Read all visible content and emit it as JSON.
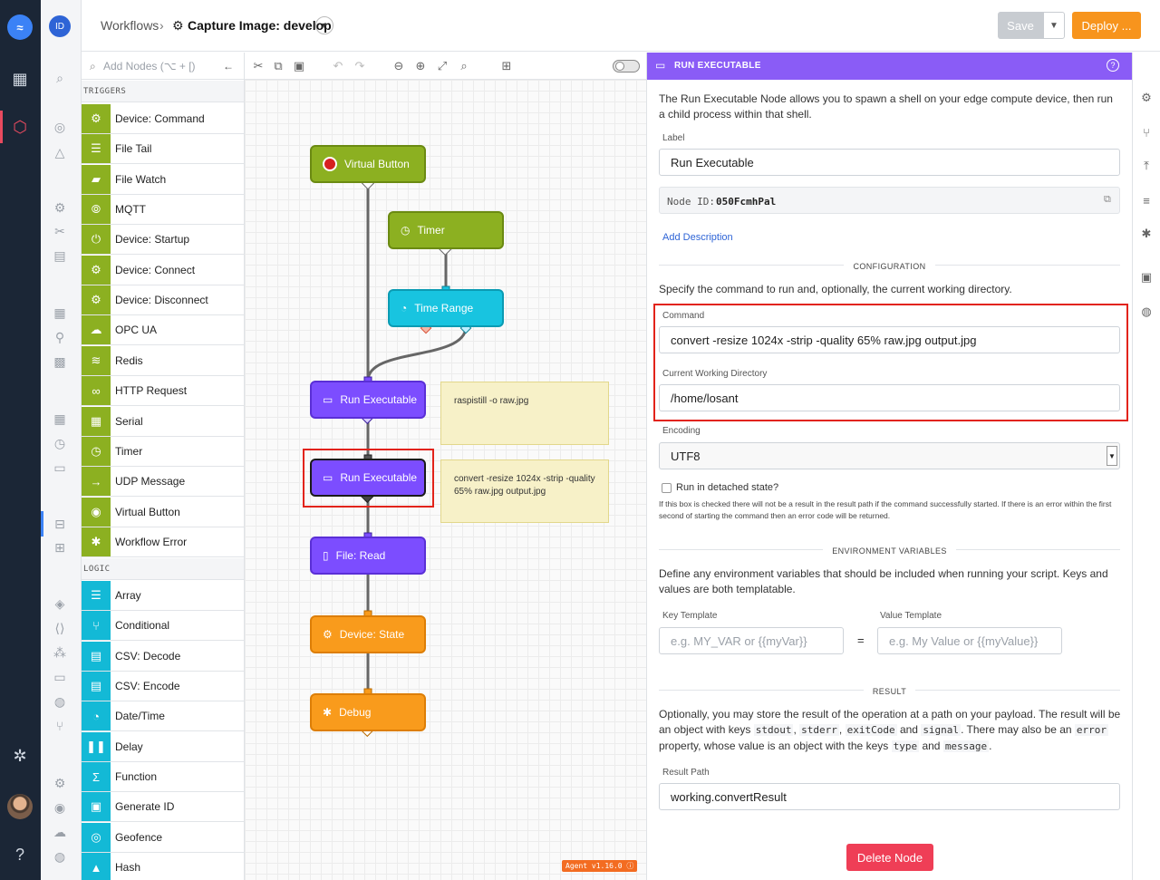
{
  "header": {
    "breadcrumb_root": "Workflows",
    "breadcrumb_sep": "›",
    "workflow_name": "Capture Image: develop",
    "save_label": "Save",
    "deploy_label": "Deploy ..."
  },
  "user": {
    "initials": "ID"
  },
  "palette": {
    "search_placeholder": "Add Nodes (⌥ + [)",
    "triggers_title": "TRIGGERS",
    "triggers": [
      {
        "label": "Device: Command",
        "icon": "device-icon"
      },
      {
        "label": "File Tail",
        "icon": "lines-icon"
      },
      {
        "label": "File Watch",
        "icon": "folder-plus-icon"
      },
      {
        "label": "MQTT",
        "icon": "rss-icon"
      },
      {
        "label": "Device: Startup",
        "icon": "power-icon"
      },
      {
        "label": "Device: Connect",
        "icon": "device-icon"
      },
      {
        "label": "Device: Disconnect",
        "icon": "device-icon"
      },
      {
        "label": "OPC UA",
        "icon": "cloud-upload-icon"
      },
      {
        "label": "Redis",
        "icon": "layers-icon"
      },
      {
        "label": "HTTP Request",
        "icon": "link-icon"
      },
      {
        "label": "Serial",
        "icon": "grid-icon"
      },
      {
        "label": "Timer",
        "icon": "stopwatch-icon"
      },
      {
        "label": "UDP Message",
        "icon": "arrow-right-icon"
      },
      {
        "label": "Virtual Button",
        "icon": "record-icon"
      },
      {
        "label": "Workflow Error",
        "icon": "bug-icon"
      }
    ],
    "logic_title": "LOGIC",
    "logic": [
      {
        "label": "Array",
        "icon": "list-icon"
      },
      {
        "label": "Conditional",
        "icon": "fork-icon"
      },
      {
        "label": "CSV: Decode",
        "icon": "doc-icon"
      },
      {
        "label": "CSV: Encode",
        "icon": "doc-icon"
      },
      {
        "label": "Date/Time",
        "icon": "clock-icon"
      },
      {
        "label": "Delay",
        "icon": "pause-icon"
      },
      {
        "label": "Function",
        "icon": "sigma-icon"
      },
      {
        "label": "Generate ID",
        "icon": "id-card-icon"
      },
      {
        "label": "Geofence",
        "icon": "target-icon"
      },
      {
        "label": "Hash",
        "icon": "lock-icon"
      }
    ]
  },
  "canvas": {
    "nodes": {
      "virtual_button": "Virtual Button",
      "timer": "Timer",
      "time_range": "Time Range",
      "run_exec_1": "Run Executable",
      "run_exec_2": "Run Executable",
      "file_read": "File: Read",
      "device_state": "Device: State",
      "debug": "Debug"
    },
    "notes": {
      "note1": "raspistill -o raw.jpg",
      "note2": "convert -resize 1024x -strip -quality 65% raw.jpg output.jpg"
    },
    "agent_badge": "Agent v1.16.0 ⓘ"
  },
  "panel": {
    "title": "RUN EXECUTABLE",
    "intro": "The Run Executable Node allows you to spawn a shell on your edge compute device, then run a child process within that shell.",
    "label_label": "Label",
    "label_value": "Run Executable",
    "node_id_label": "Node ID:",
    "node_id_value": "050FcmhPal",
    "add_description": "Add Description",
    "config_title": "CONFIGURATION",
    "config_text": "Specify the command to run and, optionally, the current working directory.",
    "command_label": "Command",
    "command_value": "convert -resize 1024x -strip -quality 65% raw.jpg output.jpg",
    "cwd_label": "Current Working Directory",
    "cwd_value": "/home/losant",
    "encoding_label": "Encoding",
    "encoding_value": "UTF8",
    "detached_label": "Run in detached state?",
    "detached_help": "If this box is checked there will not be a result in the result path if the command successfully started. If there is an error within the first second of starting the command then an error code will be returned.",
    "env_title": "ENVIRONMENT VARIABLES",
    "env_text": "Define any environment variables that should be included when running your script. Keys and values are both templatable.",
    "key_label": "Key Template",
    "key_placeholder": "e.g. MY_VAR or {{myVar}}",
    "equals": "=",
    "value_label": "Value Template",
    "value_placeholder": "e.g. My Value or {{myValue}}",
    "result_title": "RESULT",
    "result_text_1": "Optionally, you may store the result of the operation at a path on your payload. The result will be an object with keys",
    "result_key_stdout": "stdout",
    "result_comma_1": ",",
    "result_key_stderr": "stderr",
    "result_comma_2": ",",
    "result_key_exitcode": "exitCode",
    "result_and_1": "and",
    "result_key_signal": "signal",
    "result_text_2": ". There may also be an",
    "result_key_error": "error",
    "result_text_3": "property, whose value is an object with the keys",
    "result_key_type": "type",
    "result_and_2": "and",
    "result_key_message": "message",
    "result_text_4": ".",
    "result_path_label": "Result Path",
    "result_path_value": "working.convertResult",
    "delete_label": "Delete Node"
  },
  "colors": {
    "trigger": "#8cb021",
    "logic": "#13b9d6",
    "purple": "#7c4dff",
    "orange": "#f99b1c",
    "highlight": "#e2231a",
    "deploy": "#f7941d"
  }
}
